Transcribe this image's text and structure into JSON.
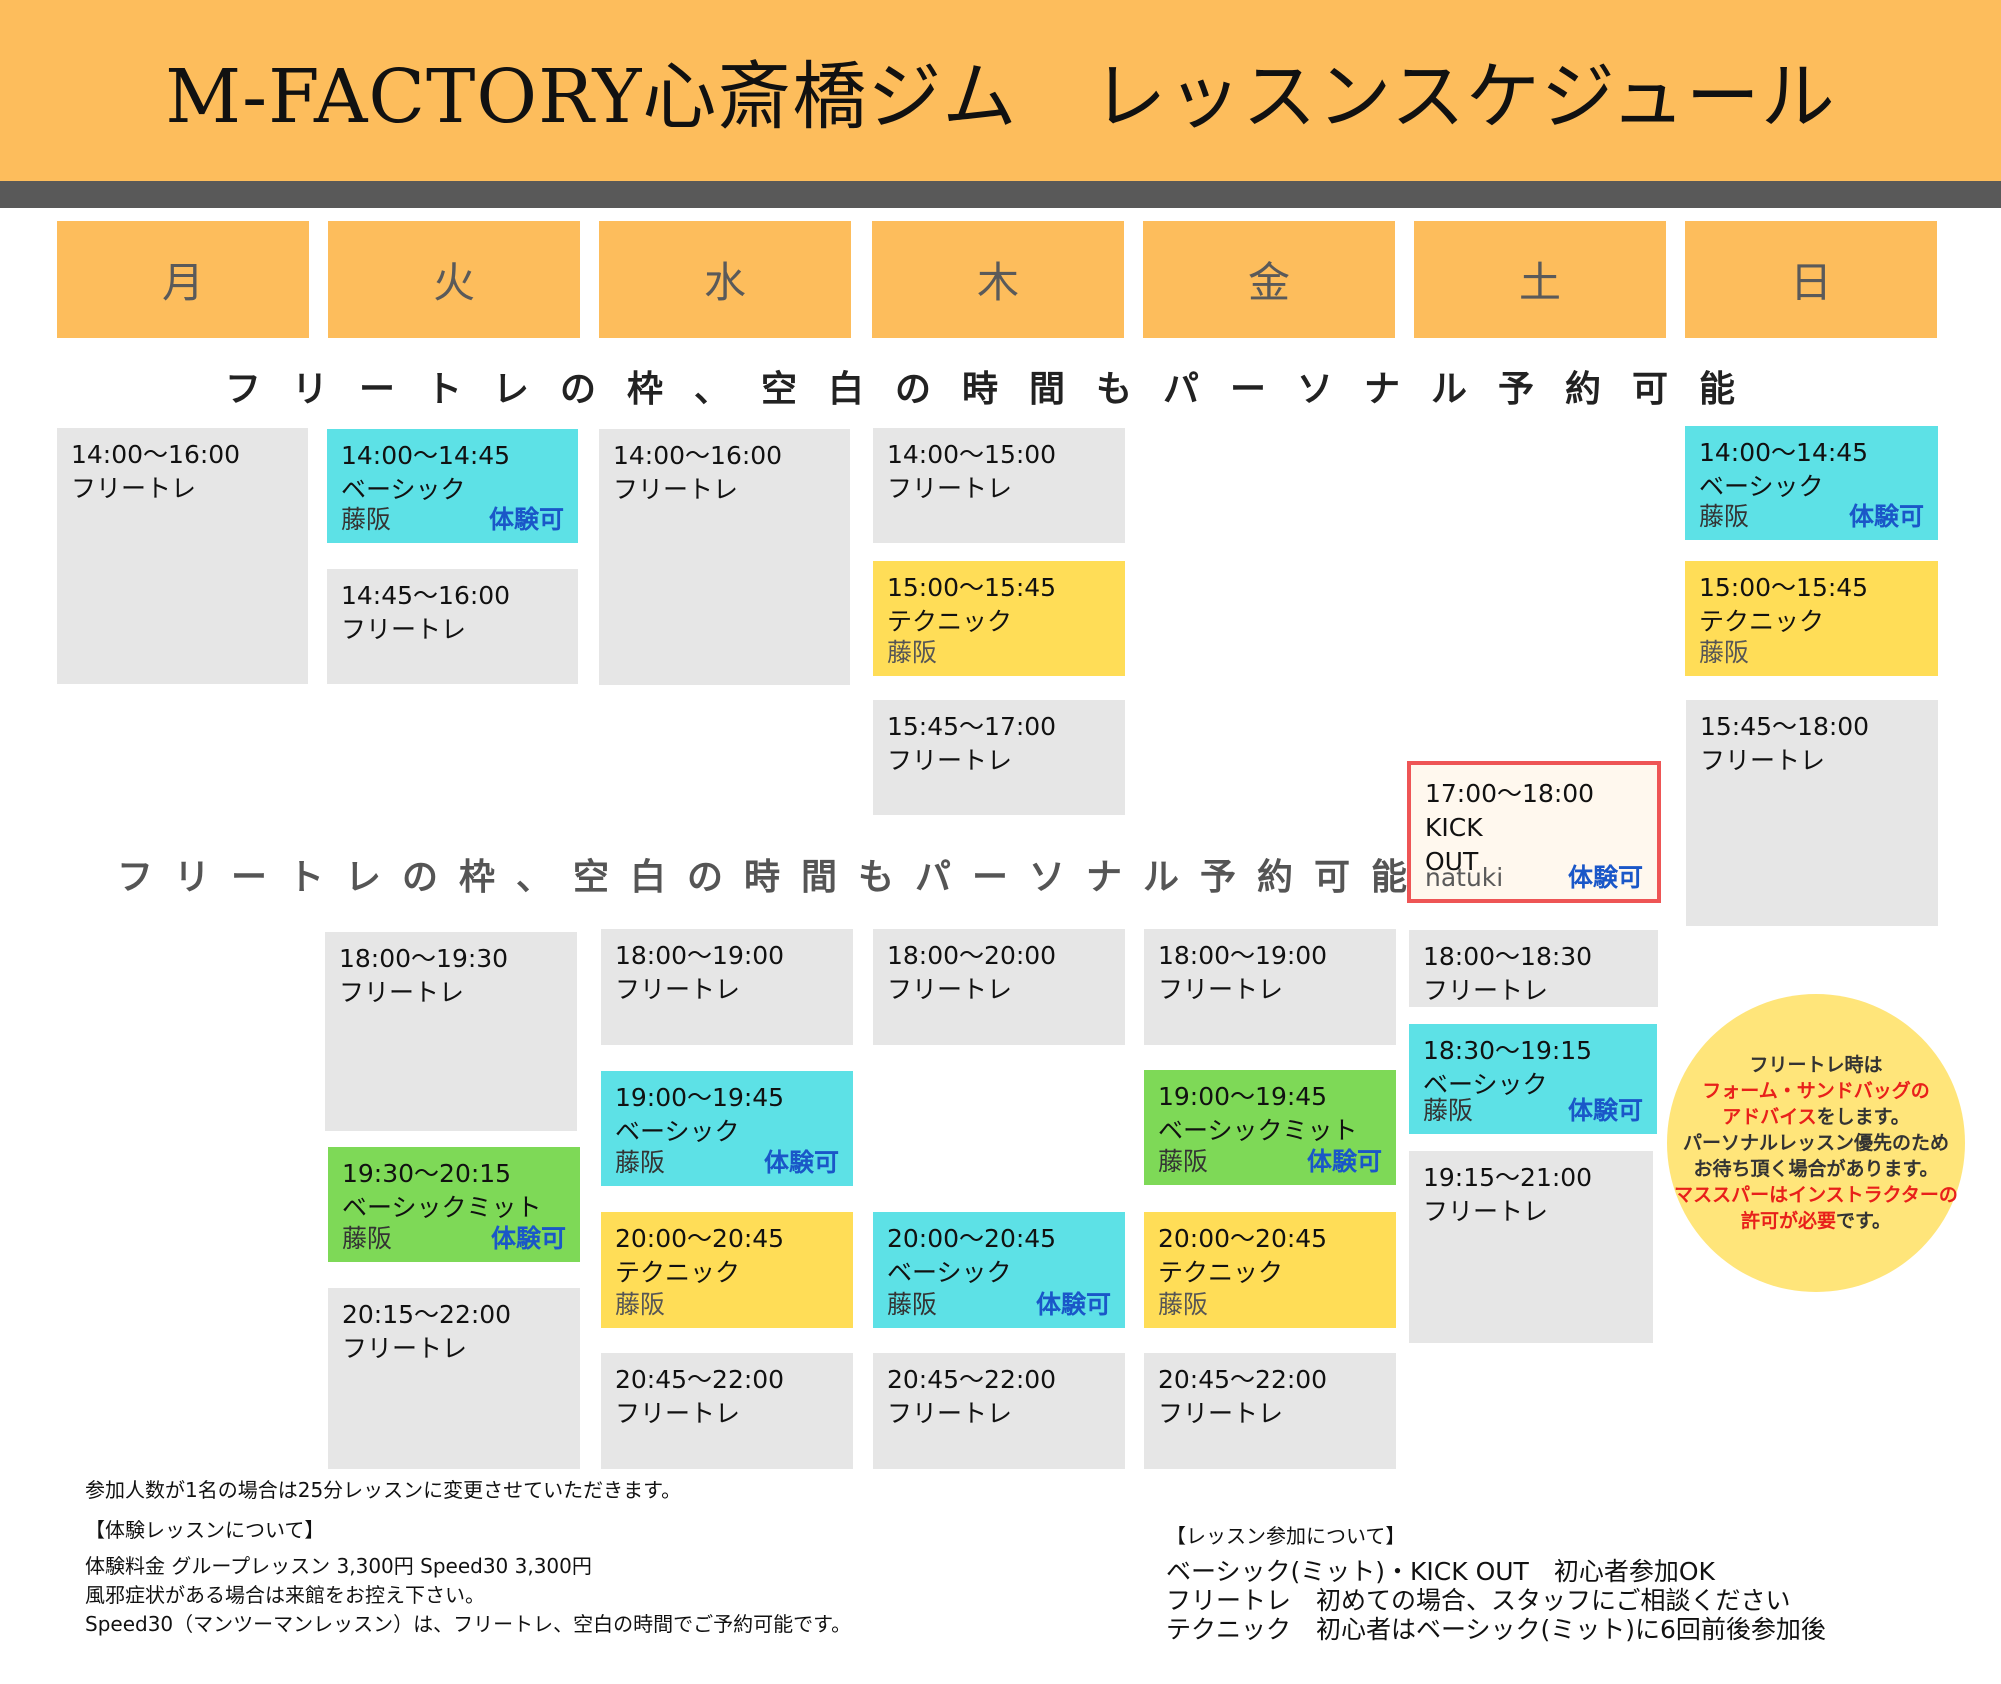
{
  "title": "M-FACTORY心斎橋ジム　レッスンスケジュール",
  "days": [
    "月",
    "火",
    "水",
    "木",
    "金",
    "土",
    "日"
  ],
  "note_top": "フリートレの枠、空白の時間もパーソナル予約可能",
  "note_mid": "フリートレの枠、空白の時間もパーソナル予約可能",
  "colors": {
    "header": "#fdbd5c",
    "bar": "#595959",
    "free": "#e6e6e6",
    "basic": "#5de1e6",
    "technique": "#ffdd57",
    "mitt": "#7ed957",
    "kick_border": "#ee5555",
    "trial": "#1a57c8"
  },
  "slots": [
    {
      "time": "14:00〜16:00",
      "name": "フリートレ"
    },
    {
      "time": "14:00〜14:45",
      "name": "ベーシック",
      "coach": "藤阪",
      "trial": "体験可"
    },
    {
      "time": "14:45〜16:00",
      "name": "フリートレ"
    },
    {
      "time": "14:00〜16:00",
      "name": "フリートレ"
    },
    {
      "time": "14:00〜15:00",
      "name": "フリートレ"
    },
    {
      "time": "15:00〜15:45",
      "name": "テクニック",
      "coach": "藤阪"
    },
    {
      "time": "15:45〜17:00",
      "name": "フリートレ"
    },
    {
      "time": "14:00〜14:45",
      "name": "ベーシック",
      "coach": "藤阪",
      "trial": "体験可"
    },
    {
      "time": "15:00〜15:45",
      "name": "テクニック",
      "coach": "藤阪"
    },
    {
      "time": "15:45〜18:00",
      "name": "フリートレ"
    },
    {
      "time": "17:00〜18:00",
      "name": "KICK",
      "name2": "OUT",
      "coach": "natuki",
      "trial": "体験可"
    },
    {
      "time": "18:00〜19:30",
      "name": "フリートレ"
    },
    {
      "time": "19:30〜20:15",
      "name": "ベーシックミット",
      "coach": "藤阪",
      "trial": "体験可"
    },
    {
      "time": "20:15〜22:00",
      "name": "フリートレ"
    },
    {
      "time": "18:00〜19:00",
      "name": "フリートレ"
    },
    {
      "time": "19:00〜19:45",
      "name": "ベーシック",
      "coach": "藤阪",
      "trial": "体験可"
    },
    {
      "time": "20:00〜20:45",
      "name": "テクニック",
      "coach": "藤阪"
    },
    {
      "time": "20:45〜22:00",
      "name": "フリートレ"
    },
    {
      "time": "18:00〜20:00",
      "name": "フリートレ"
    },
    {
      "time": "20:00〜20:45",
      "name": "ベーシック",
      "coach": "藤阪",
      "trial": "体験可"
    },
    {
      "time": "20:45〜22:00",
      "name": "フリートレ"
    },
    {
      "time": "18:00〜19:00",
      "name": "フリートレ"
    },
    {
      "time": "19:00〜19:45",
      "name": "ベーシックミット",
      "coach": "藤阪",
      "trial": "体験可"
    },
    {
      "time": "20:00〜20:45",
      "name": "テクニック",
      "coach": "藤阪"
    },
    {
      "time": "20:45〜22:00",
      "name": "フリートレ"
    },
    {
      "time": "18:00〜18:30",
      "name": "フリートレ"
    },
    {
      "time": "18:30〜19:15",
      "name": "ベーシック",
      "coach": "藤阪",
      "trial": "体験可"
    },
    {
      "time": "19:15〜21:00",
      "name": "フリートレ"
    }
  ],
  "circle": {
    "l1": "フリートレ時は",
    "l2": "フォーム・サンドバッグの",
    "l3a": "アドバイス",
    "l3b": "をします。",
    "l4": "パーソナルレッスン優先のため",
    "l5": "お待ち頂く場合があります。",
    "l6": "マススパーはインストラクターの",
    "l7a": "許可が必要",
    "l7b": "です。"
  },
  "footer_left": {
    "l1": "参加人数が1名の場合は25分レッスンに変更させていただきます。",
    "l2": "【体験レッスンについて】",
    "l3": "体験料金 グループレッスン 3,300円  Speed30 3,300円",
    "l4": "風邪症状がある場合は来館をお控え下さい。",
    "l5": "Speed30（マンツーマンレッスン）は、フリートレ、空白の時間でご予約可能です。"
  },
  "footer_right": {
    "h": "【レッスン参加について】",
    "l1": "ベーシック(ミット)・KICK OUT　初心者参加OK",
    "l2": "フリートレ　初めての場合、スタッフにご相談ください",
    "l3": "テクニック　初心者はベーシック(ミット)に6回前後参加後"
  }
}
